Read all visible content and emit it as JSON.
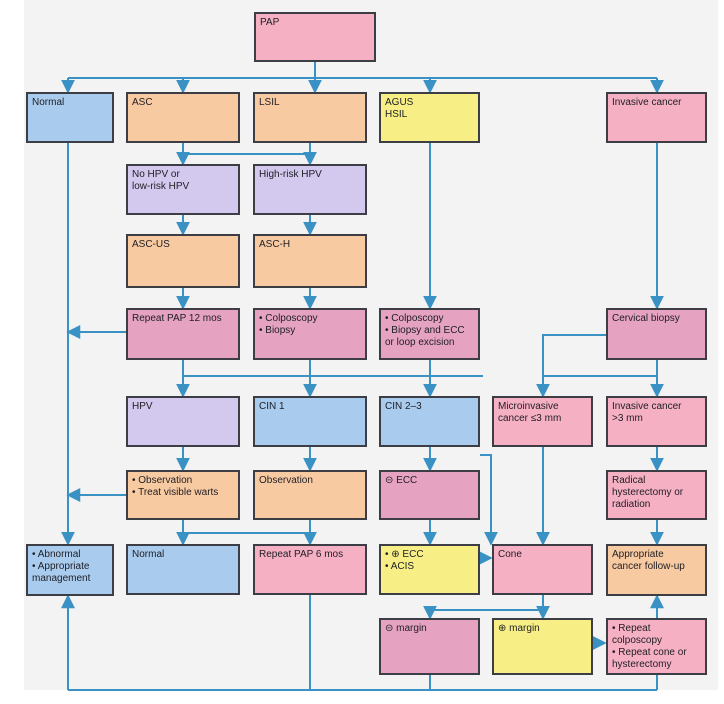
{
  "colors": {
    "pink": "#f6b0c4",
    "blue": "#a9cbee",
    "orange": "#f8caa2",
    "yellow": "#f7ef86",
    "purple": "#d3c8ee",
    "mauve": "#e5a3c1",
    "line": "#3a92c4"
  },
  "nodes": {
    "pap": "PAP",
    "normal": "Normal",
    "asc": "ASC",
    "lsil": "LSIL",
    "agus_hsil": [
      "AGUS",
      "HSIL"
    ],
    "invasive_cancer": "Invasive cancer",
    "no_hpv": [
      "No HPV or",
      "low-risk HPV"
    ],
    "high_risk_hpv": "High-risk HPV",
    "asc_us": "ASC-US",
    "asc_h": "ASC-H",
    "repeat_pap_12": "Repeat PAP 12 mos",
    "colpo_biopsy": [
      "• Colposcopy",
      "• Biopsy"
    ],
    "colpo_ecc": [
      "• Colposcopy",
      "• Biopsy and ECC",
      "   or loop excision"
    ],
    "cervical_biopsy": "Cervical biopsy",
    "hpv": "HPV",
    "cin1": "CIN 1",
    "cin23": "CIN 2–3",
    "microinvasive": [
      "Microinvasive",
      "cancer ≤3 mm"
    ],
    "invasive_gt3": [
      "Invasive cancer",
      ">3 mm"
    ],
    "observation_warts": [
      "• Observation",
      "• Treat visible warts"
    ],
    "observation": "Observation",
    "ecc_negative": "⊝ ECC",
    "radical": [
      "Radical",
      "hysterectomy or",
      "radiation"
    ],
    "abnormal": [
      "• Abnormal",
      "• Appropriate",
      "   management"
    ],
    "normal2": "Normal",
    "repeat_pap_6": "Repeat PAP 6 mos",
    "ecc_positive": [
      "• ⊕ ECC",
      "• ACIS"
    ],
    "cone": "Cone",
    "cancer_followup": [
      "Appropriate",
      "cancer follow-up"
    ],
    "margin_negative": "⊝ margin",
    "margin_positive": "⊕ margin",
    "repeat_colpo": [
      "• Repeat",
      "   colposcopy",
      "• Repeat cone or",
      "   hysterectomy"
    ]
  }
}
